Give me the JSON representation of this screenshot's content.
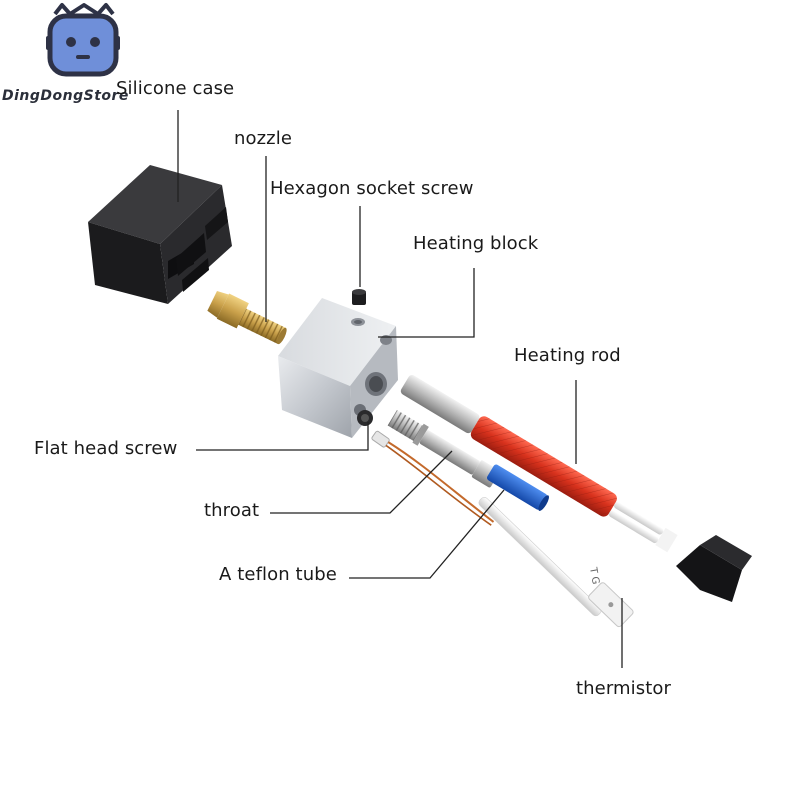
{
  "brand": {
    "name": "DingDongStore",
    "mascot_icon": "robot-mascot-icon",
    "colors": {
      "face": "#6f8fd9",
      "outline": "#2e3246"
    }
  },
  "labels": {
    "silicone_case": "Silicone case",
    "nozzle": "nozzle",
    "hexagon_socket_screw": "Hexagon socket screw",
    "heating_block": "Heating block",
    "heating_rod": "Heating rod",
    "flat_head_screw": "Flat head screw",
    "throat": "throat",
    "teflon_tube": "A teflon tube",
    "thermistor": "thermistor"
  },
  "parts_text": {
    "thermistor_print": "T G"
  },
  "colors": {
    "silicone": "#1c1c1e",
    "brass": "#c9a34a",
    "aluminum": "#c9cdd2",
    "heating_rod_sleeve": "#d6321e",
    "teflon": "#1f5fc8",
    "leader_line": "#222222"
  }
}
